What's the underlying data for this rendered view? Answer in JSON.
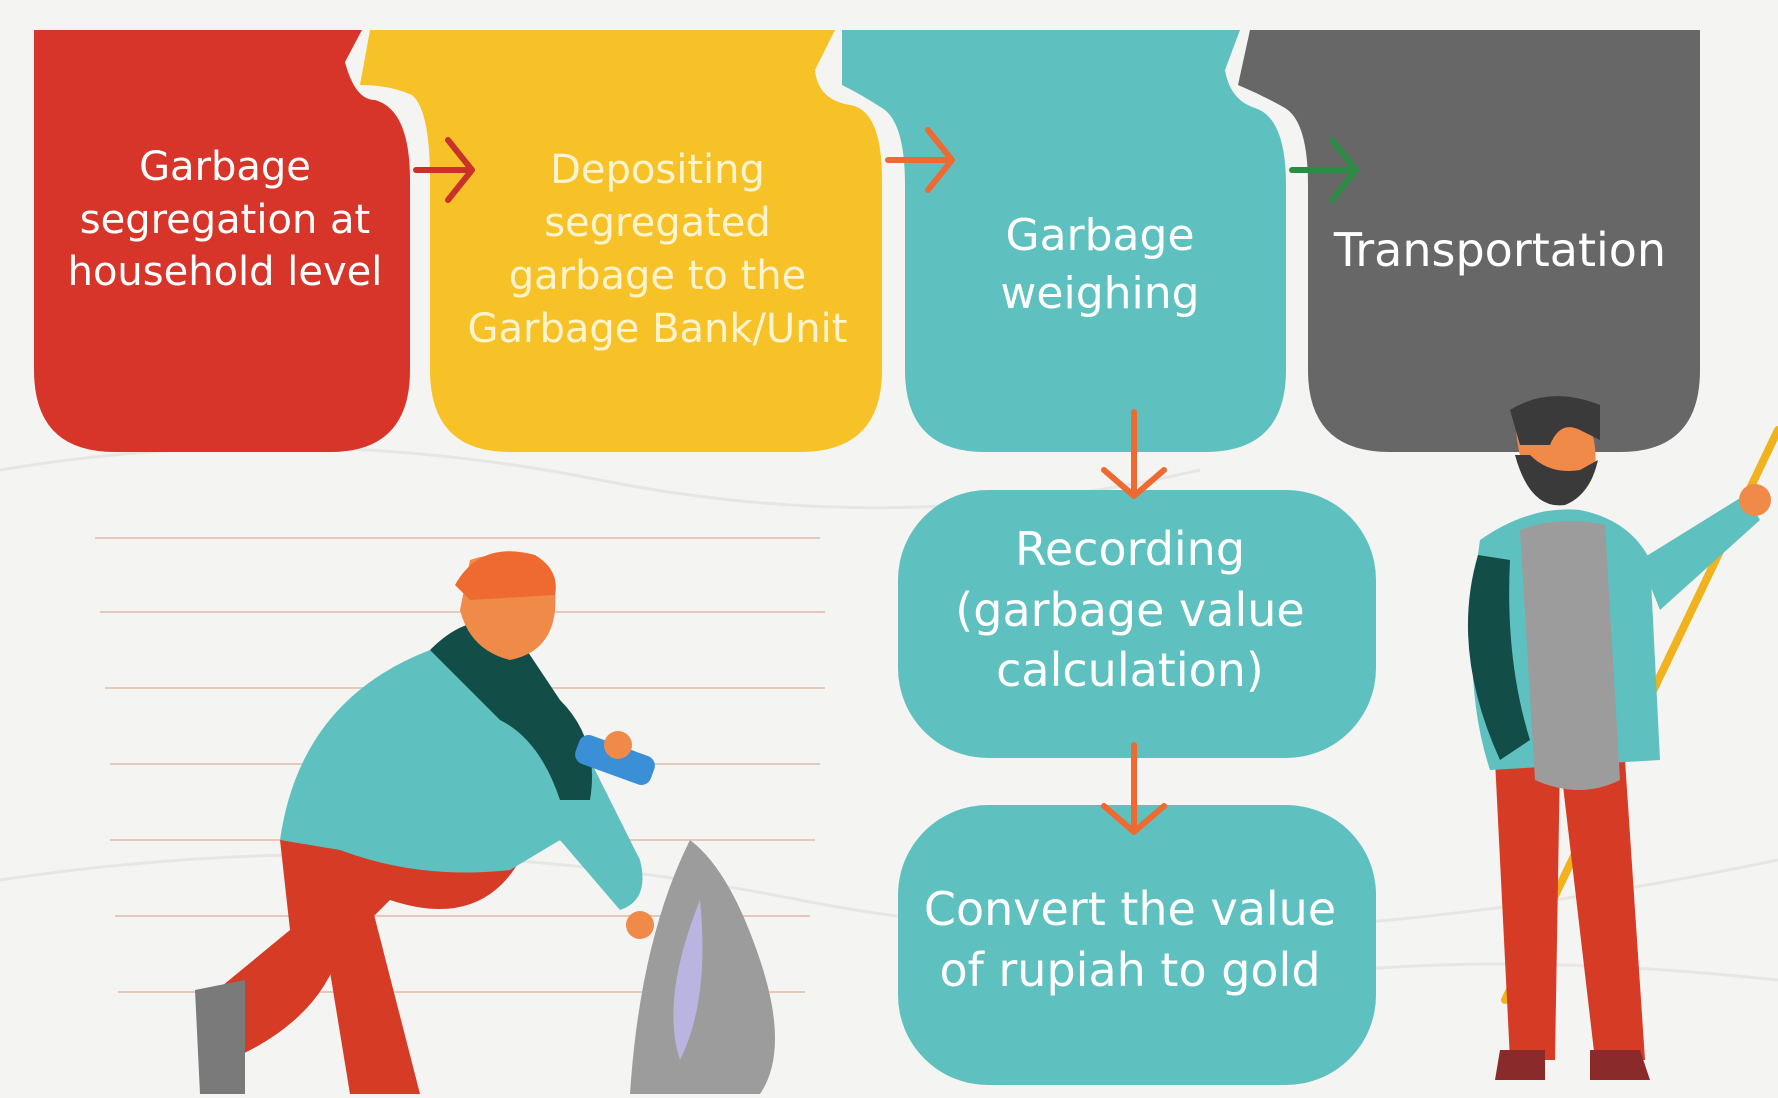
{
  "steps": [
    {
      "id": "segregation",
      "label": "Garbage\nsegregation at\nhousehold level",
      "color": "#d8352a"
    },
    {
      "id": "depositing",
      "label": "Depositing\nsegregated\ngarbage to the\nGarbage Bank/Unit",
      "color": "#f6c227"
    },
    {
      "id": "weighing",
      "label": "Garbage\nweighing",
      "color": "#5ec1c0"
    },
    {
      "id": "transportation",
      "label": "Transportation",
      "color": "#666766"
    },
    {
      "id": "recording",
      "label": "Recording\n(garbage value\ncalculation)",
      "color": "#5ec1c0"
    },
    {
      "id": "convert",
      "label": "Convert the value\nof rupiah to gold",
      "color": "#5ec1c0"
    }
  ],
  "colors": {
    "arrow_red": "#c9312a",
    "arrow_orange": "#ef6a31",
    "arrow_green": "#2e8b46",
    "skin": "#f08a48",
    "teal": "#5ec1c0",
    "dark_teal": "#134d47",
    "pants": "#d63b26",
    "gray_bag": "#9c9c9c",
    "stick": "#f0b21d"
  },
  "icons": [
    "person-picking-bottle-icon",
    "person-with-stick-icon",
    "garbage-bag-icon",
    "plastic-bottle-icon"
  ]
}
